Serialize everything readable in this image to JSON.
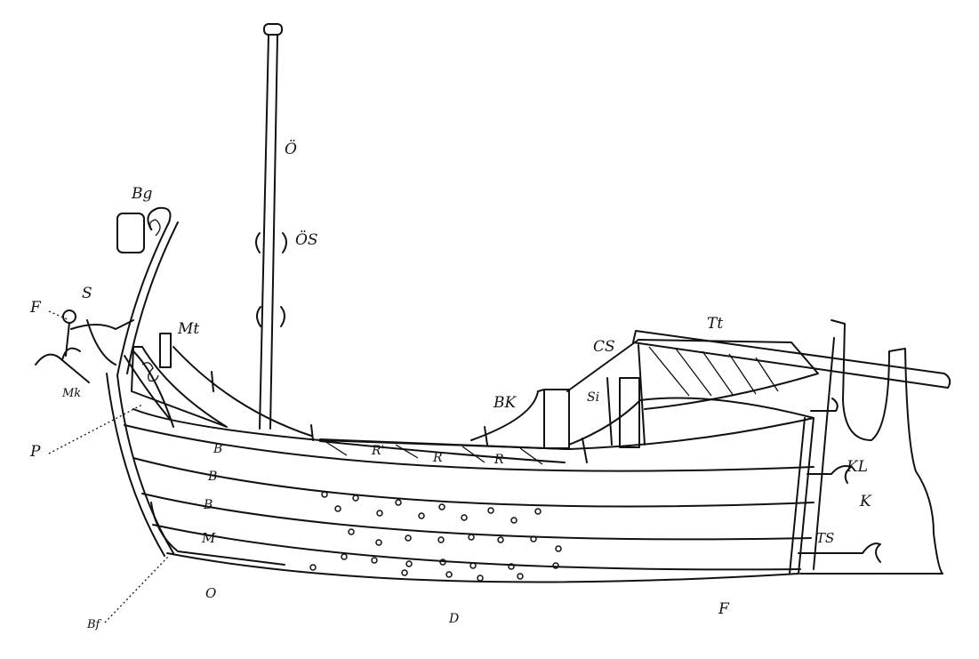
{
  "figure": {
    "labels": {
      "bg": "Bg",
      "s": "S",
      "f_bow": "F",
      "mk": "Mk",
      "p": "P",
      "mt": "Mt",
      "oe": "Ö",
      "oes": "ÖS",
      "tt": "Tt",
      "cs": "CS",
      "bk": "BK",
      "si": "Si",
      "r_prime": "R'",
      "r1": "R",
      "r2": "R",
      "b1": "B",
      "b2": "B",
      "b3": "B",
      "m": "M",
      "o": "O",
      "bf": "Bf",
      "d": "D",
      "f_stern": "F",
      "kl": "KL",
      "k": "K",
      "ts": "TS"
    }
  }
}
